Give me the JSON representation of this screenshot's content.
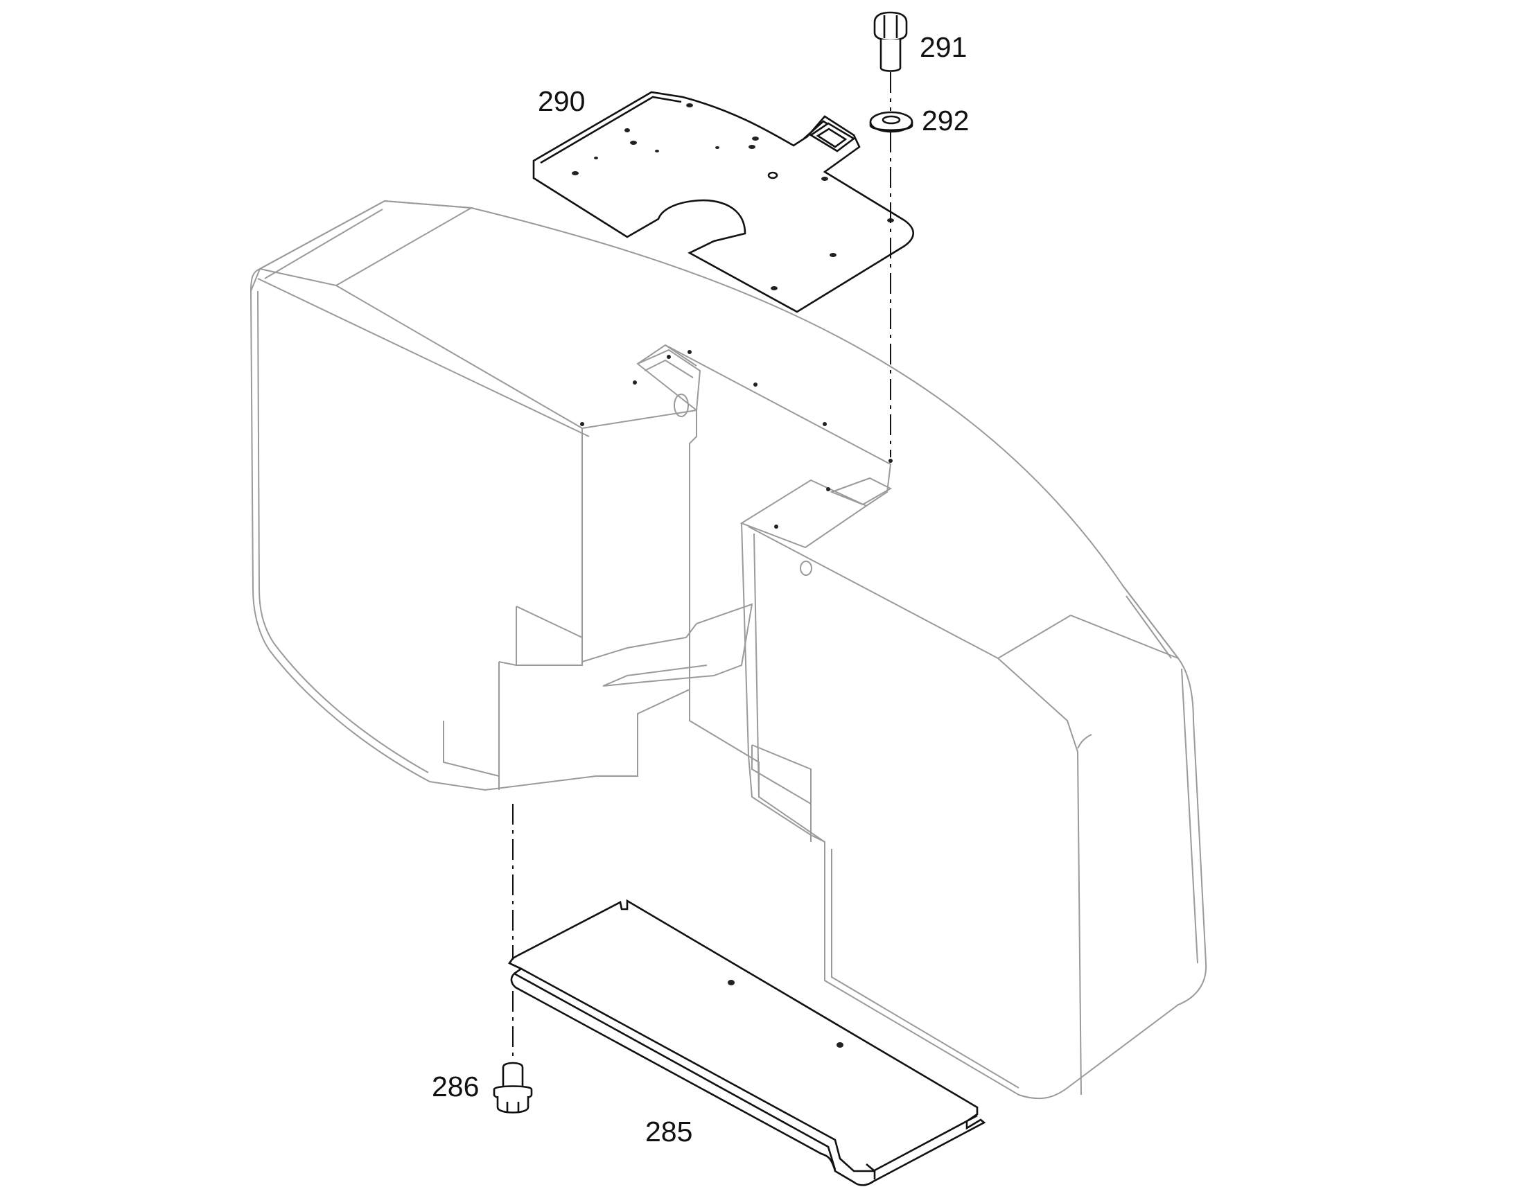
{
  "diagram": {
    "callouts": [
      {
        "id": "285",
        "label": "285"
      },
      {
        "id": "286",
        "label": "286"
      },
      {
        "id": "290",
        "label": "290"
      },
      {
        "id": "291",
        "label": "291"
      },
      {
        "id": "292",
        "label": "292"
      }
    ]
  }
}
